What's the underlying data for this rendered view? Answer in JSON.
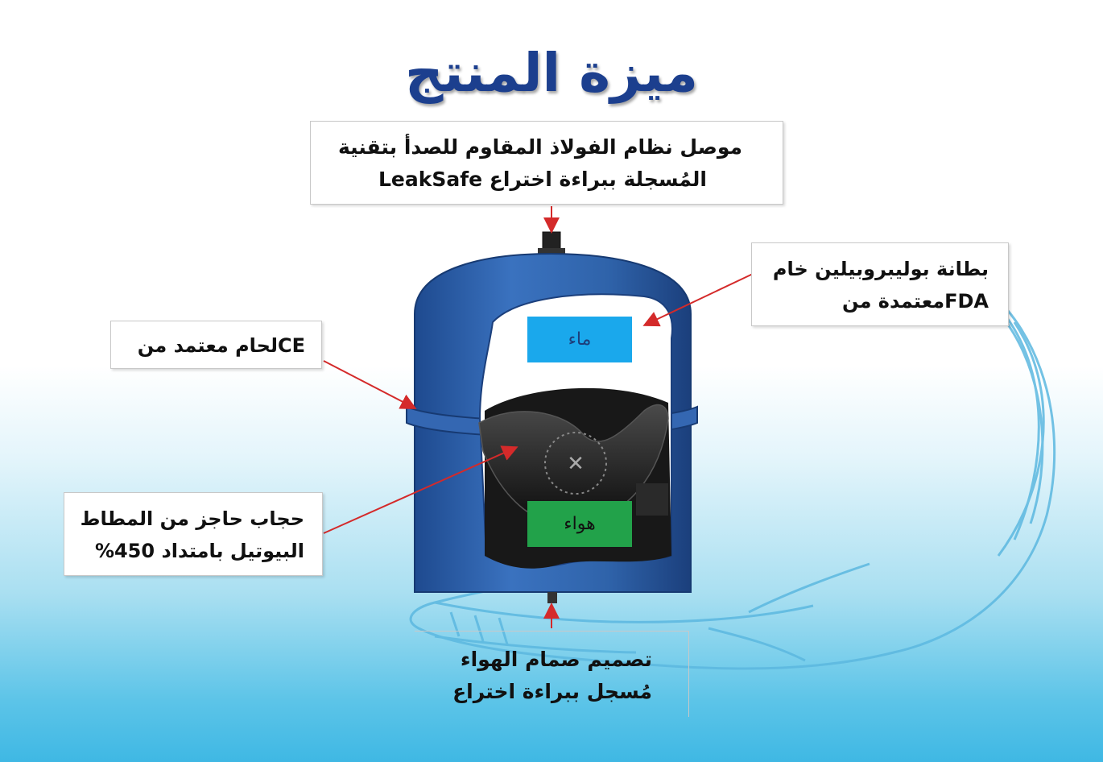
{
  "title": "ميزة المنتج",
  "callouts": {
    "top": {
      "line1": "موصل نظام الفولاذ المقاوم للصدأ بتقنية",
      "line2": "المُسجلة ببراءة اختراع LeakSafe"
    },
    "right": {
      "line1": "بطانة بوليبروبيلين خام",
      "line2": "FDAمعتمدة من"
    },
    "left": {
      "line1": "CEلحام معتمد من"
    },
    "middle": {
      "line1": "حجاب حاجز من المطاط",
      "line2": "البيوتيل بامتداد 450%"
    },
    "bottom": {
      "line1": "تصميم صمام الهواء",
      "line2": "مُسجل ببراءة اختراع"
    }
  },
  "tank_labels": {
    "water": "ماء",
    "air": "هواء"
  },
  "colors": {
    "title": "#1c3f8e",
    "tank": "#2e5fa6",
    "water_box": "#1aa8ec",
    "air_box": "#22a24a",
    "arrow": "#d42a2a"
  }
}
